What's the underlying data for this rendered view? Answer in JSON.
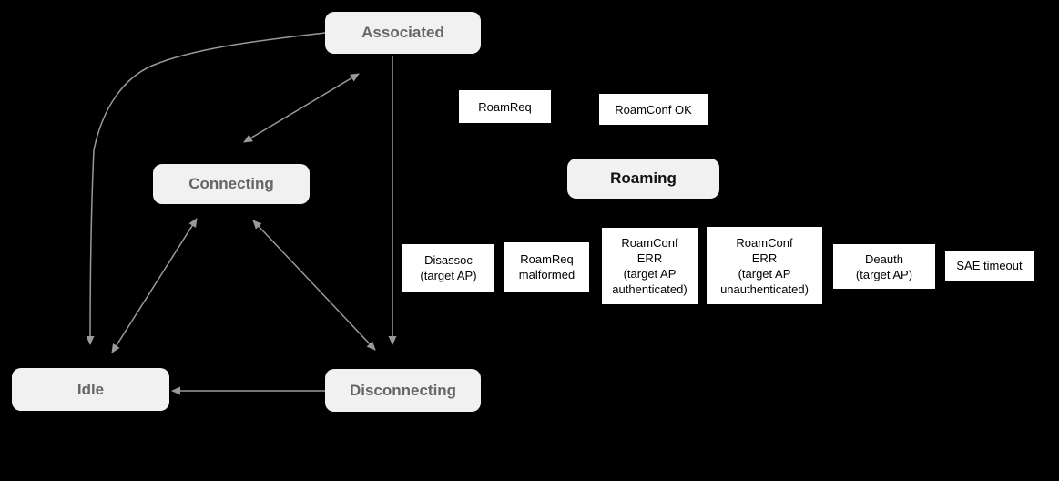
{
  "diagram": {
    "type": "state-machine",
    "states": {
      "associated": {
        "label": "Associated"
      },
      "connecting": {
        "label": "Connecting"
      },
      "roaming": {
        "label": "Roaming",
        "highlighted": true
      },
      "idle": {
        "label": "Idle"
      },
      "disconnecting": {
        "label": "Disconnecting"
      }
    },
    "events": {
      "roam_req": {
        "label": "RoamReq"
      },
      "roam_conf_ok": {
        "label": "RoamConf OK"
      },
      "disassoc_target_ap": {
        "label": "Disassoc\n(target AP)"
      },
      "roam_req_malformed": {
        "label": "RoamReq\nmalformed"
      },
      "roam_conf_err_auth": {
        "label": "RoamConf\nERR\n(target AP\nauthenticated)"
      },
      "roam_conf_err_unauth": {
        "label": "RoamConf\nERR\n(target AP\nunauthenticated)"
      },
      "deauth_target_ap": {
        "label": "Deauth\n(target AP)"
      },
      "sae_timeout": {
        "label": "SAE timeout"
      }
    },
    "transitions": [
      {
        "from": "associated",
        "to": "idle",
        "style": "curved",
        "arrowheads": "end"
      },
      {
        "from": "connecting",
        "to": "associated",
        "style": "straight",
        "arrowheads": "both"
      },
      {
        "from": "associated",
        "to": "disconnecting",
        "style": "straight",
        "arrowheads": "end"
      },
      {
        "from": "connecting",
        "to": "idle",
        "style": "straight",
        "arrowheads": "both"
      },
      {
        "from": "connecting",
        "to": "disconnecting",
        "style": "straight",
        "arrowheads": "both"
      },
      {
        "from": "disconnecting",
        "to": "idle",
        "style": "straight",
        "arrowheads": "end"
      }
    ],
    "colors": {
      "background": "#000000",
      "state_fill": "#f1f1f1",
      "state_text": "#666666",
      "highlight_text": "#111111",
      "event_fill": "#ffffff",
      "event_text": "#000000",
      "arrow": "#999999"
    }
  }
}
